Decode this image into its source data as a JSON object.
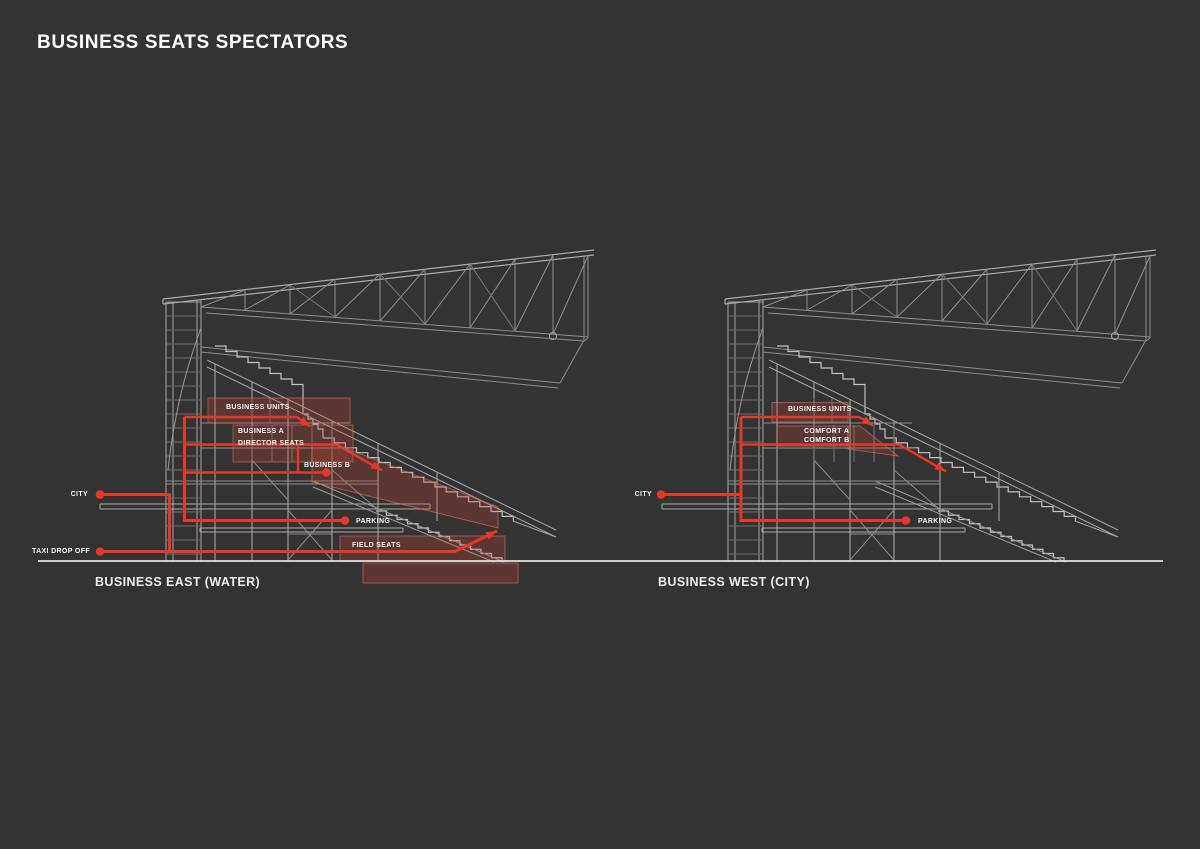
{
  "title": "BUSINESS SEATS SPECTATORS",
  "colors": {
    "background": "#333333",
    "accent_red": "#e8362a",
    "structure_gray": "#8d8d8d",
    "ground_white": "#e0e0e0",
    "zone_fill": "rgba(205,70,55,0.26)"
  },
  "east": {
    "caption": "BUSINESS EAST (WATER)",
    "labels": {
      "business_units": "BUSINESS UNITS",
      "business_a": "BUSINESS A",
      "director_seats": "DIRECTOR SEATS",
      "business_b": "BUSINESS B",
      "city": "CITY",
      "taxi_drop_off": "TAXI DROP OFF",
      "parking": "PARKING",
      "field_seats": "FIELD SEATS"
    }
  },
  "west": {
    "caption": "BUSINESS WEST (CITY)",
    "labels": {
      "business_units": "BUSINESS UNITS",
      "comfort_a": "COMFORT A",
      "comfort_b": "COMFORT B",
      "city": "CITY",
      "parking": "PARKING"
    }
  }
}
